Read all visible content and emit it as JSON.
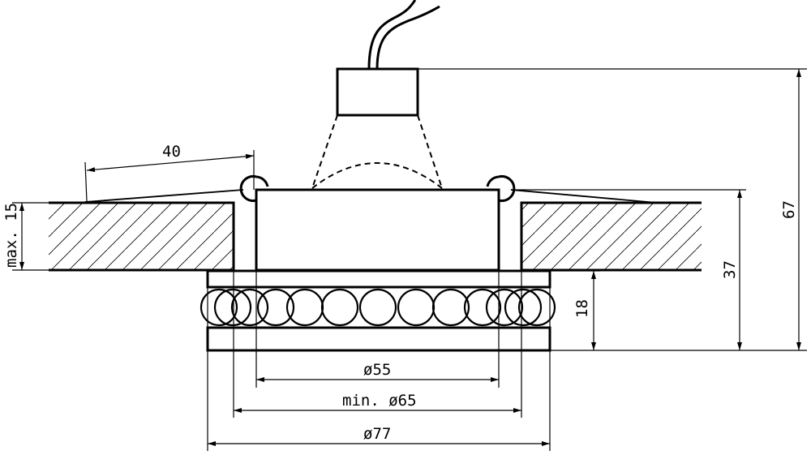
{
  "dimensions": {
    "mounting_depth": "40",
    "ceiling_thickness": "max. 15",
    "diameter_inner": "ø55",
    "cutout_diameter": "min. ø65",
    "outer_diameter": "ø77",
    "visible_height": "18",
    "recess_height": "37",
    "total_height": "67"
  }
}
